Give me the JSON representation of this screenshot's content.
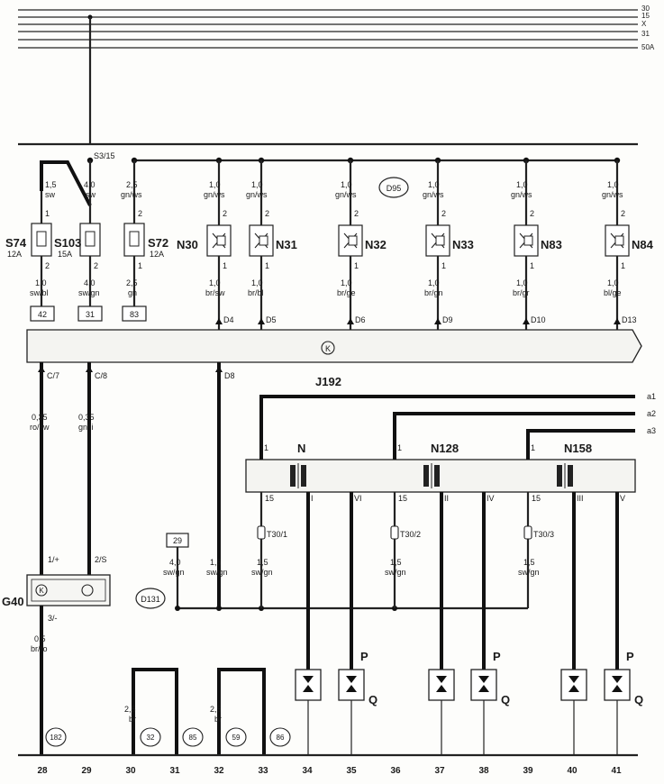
{
  "rails": [
    "30",
    "15",
    "X",
    "31",
    "50A"
  ],
  "header": {
    "s3_label": "S3/15"
  },
  "fuses": [
    {
      "code": "S74",
      "amp": "12A",
      "in_size": "1,5",
      "in_col": "sw",
      "out_size": "1,0",
      "out_col": "sw/bl",
      "box": "42"
    },
    {
      "code": "S103",
      "amp": "15A",
      "in_size": "4,0",
      "in_col": "sw",
      "out_size": "4,0",
      "out_col": "sw/gn",
      "box": "31"
    },
    {
      "code": "S72",
      "amp": "12A",
      "in_size": "2,5",
      "in_col": "gn/ws",
      "out_size": "2,5",
      "out_col": "gn",
      "box": "83"
    }
  ],
  "valves": [
    {
      "code": "N30",
      "in_size": "1,0",
      "in_col": "gn/ws",
      "out_size": "1,0",
      "out_col": "br/sw",
      "term": "D4"
    },
    {
      "code": "N31",
      "in_size": "1,0",
      "in_col": "gn/ws",
      "out_size": "1,0",
      "out_col": "br/bl",
      "term": "D5"
    },
    {
      "code": "N32",
      "in_size": "1,0",
      "in_col": "gn/ws",
      "out_size": "1,0",
      "out_col": "br/ge",
      "term": "D6"
    },
    {
      "code": "N33",
      "in_size": "1,0",
      "in_col": "gn/ws",
      "out_size": "1,0",
      "out_col": "br/gn",
      "term": "D9"
    },
    {
      "code": "N83",
      "in_size": "1,0",
      "in_col": "gn/ws",
      "out_size": "1,0",
      "out_col": "br/gr",
      "term": "D10"
    },
    {
      "code": "N84",
      "in_size": "1,0",
      "in_col": "gn/ws",
      "out_size": "1,0",
      "out_col": "bl/ge",
      "term": "D13"
    }
  ],
  "d95": "D95",
  "d131": "D131",
  "ecu": {
    "code": "J192",
    "k_symbol": "K"
  },
  "pins": {
    "c7": "C/7",
    "c8": "C/8",
    "d8": "D8",
    "one": "1",
    "two": "2",
    "fifteen": "15",
    "one_plus": "1/+",
    "two_s": "2/S",
    "three_minus": "3/-"
  },
  "sensor_wires": [
    {
      "size": "0,35",
      "col": "ro/sw"
    },
    {
      "size": "0,35",
      "col": "gn/li"
    },
    {
      "size": "0,5",
      "col": "br/ro"
    }
  ],
  "d8_wire": {
    "size": "1,5",
    "col": "sw/gn"
  },
  "box29": {
    "label": "29",
    "size": "4,0",
    "col": "sw/gn"
  },
  "g40": "G40",
  "coils": [
    "N",
    "N128",
    "N158"
  ],
  "roman": [
    "I",
    "VI",
    "II",
    "IV",
    "III",
    "V"
  ],
  "connectors": [
    "T30/1",
    "T30/2",
    "T30/3"
  ],
  "coil_wires": {
    "size": "1,5",
    "col": "sw/gn"
  },
  "inputs": [
    "a1",
    "a2",
    "a3"
  ],
  "plugs": {
    "p": "P",
    "q": "Q"
  },
  "ground_wires": [
    {
      "size": "2,5",
      "col": "br"
    },
    {
      "size": "2,5",
      "col": "br"
    }
  ],
  "refs": [
    "182",
    "32",
    "85",
    "59",
    "86"
  ],
  "columns": [
    "28",
    "29",
    "30",
    "31",
    "32",
    "33",
    "34",
    "35",
    "36",
    "37",
    "38",
    "39",
    "40",
    "41"
  ]
}
